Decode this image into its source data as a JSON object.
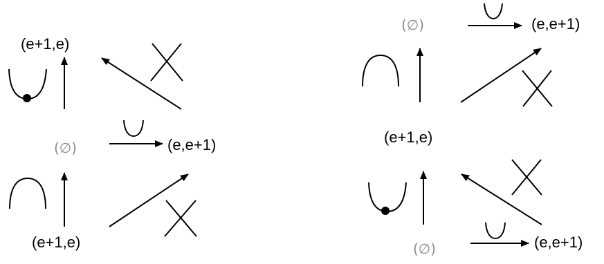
{
  "left_diagram": {
    "top_label": "(e+1,e)",
    "middle_label": "(∅)",
    "right_label": "(e,e+1)",
    "bottom_label": "(e+1,e)"
  },
  "right_diagram": {
    "top_empty_label": "(∅)",
    "top_right_label": "(e,e+1)",
    "center_label": "(e+1,e)",
    "bottom_empty_label": "(∅)",
    "bottom_right_label": "(e,e+1)"
  },
  "colors": {
    "ink": "#000000",
    "empty_set": "#8a8a8a"
  },
  "icons": [
    "cup-icon",
    "cap-icon",
    "cross-icon",
    "dotted-cup-icon",
    "arrow"
  ]
}
